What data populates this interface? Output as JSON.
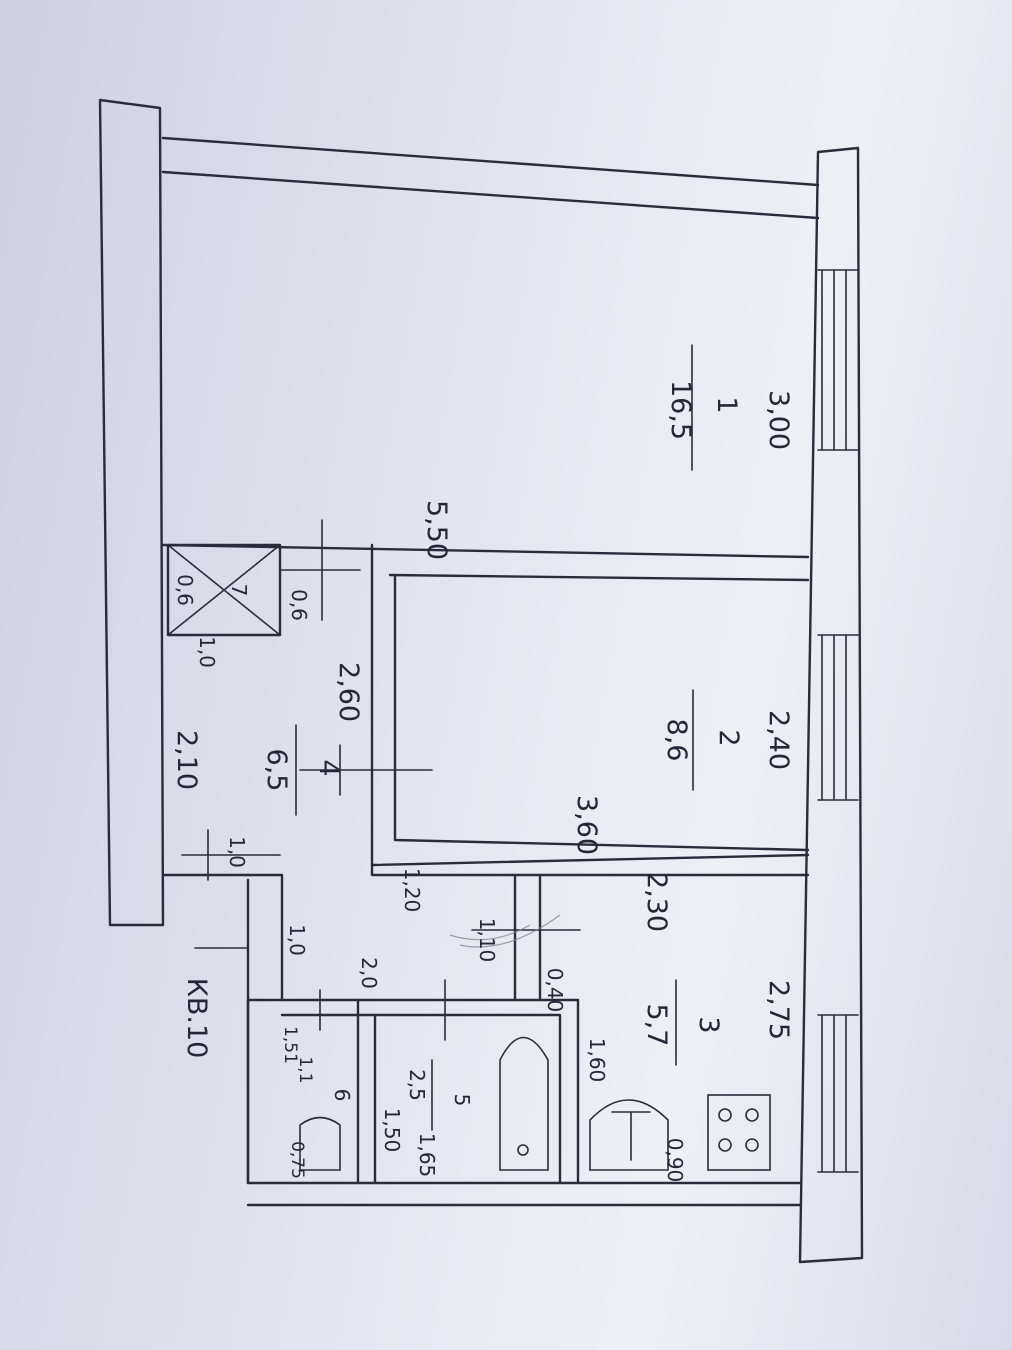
{
  "apartment_label": "КВ.10",
  "rooms": [
    {
      "number": "1",
      "area": "16,5"
    },
    {
      "number": "2",
      "area": "8,6"
    },
    {
      "number": "3",
      "area": "5,7"
    },
    {
      "number": "4",
      "area": "6,5"
    },
    {
      "number": "5",
      "area": "2,5"
    },
    {
      "number": "6",
      "area": "1,1"
    },
    {
      "number": "7",
      "area": ""
    }
  ],
  "dimensions": {
    "room1_width": "3,00",
    "room1_length": "5,50",
    "room2_width": "2,40",
    "room2_length": "3,60",
    "room2_side": "2,60",
    "room3_length": "2,30",
    "room3_width": "2,75",
    "room3_inner": "1,60",
    "room3_small": "0,40",
    "room3_stove": "0,90",
    "room4_length": "2,10",
    "closet_a": "0,6",
    "closet_b": "0,6",
    "closet_c": "1,0",
    "hall_door": "1,0",
    "corridor_a": "1,20",
    "corridor_b": "1,10",
    "corridor_c": "1,0",
    "corridor_d": "2,0",
    "bath_w": "1,50",
    "bath_l": "1,65",
    "wc_w": "1,51",
    "wc_l": "0,75"
  },
  "colors": {
    "ink": "#2b2b3a",
    "paper": "#e6e7f0"
  }
}
